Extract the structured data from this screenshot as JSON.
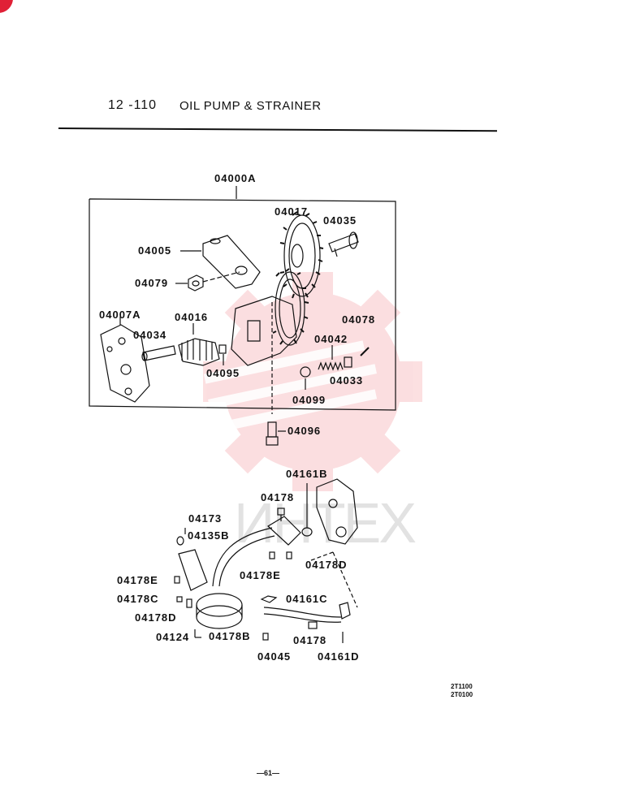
{
  "header": {
    "section_code": "12 -110",
    "section_title": "OIL PUMP & STRAINER"
  },
  "diagram": {
    "assembly_label": "04000A",
    "part_labels": {
      "p04017": "04017",
      "p04035": "04035",
      "p04005": "04005",
      "p04079": "04079",
      "p04007A": "04007A",
      "p04016": "04016",
      "p04034": "04034",
      "p04078": "04078",
      "p04042": "04042",
      "p04095": "04095",
      "p04033": "04033",
      "p04099": "04099",
      "p04096": "04096",
      "p04161B": "04161B",
      "p04178_top": "04178",
      "p04173": "04173",
      "p04135B": "04135B",
      "p04178D_right": "04178D",
      "p04178E_left": "04178E",
      "p04178E_mid": "04178E",
      "p04178C": "04178C",
      "p04161C": "04161C",
      "p04178D_left": "04178D",
      "p04124": "04124",
      "p04178B": "04178B",
      "p04178_bottom": "04178",
      "p04045": "04045",
      "p04161D": "04161D"
    }
  },
  "footer": {
    "ref_codes": [
      "2T1100",
      "2T0100"
    ],
    "page_number": "—61—"
  },
  "watermark": {
    "text": "ИНТЕХ",
    "color": "#e8202a"
  },
  "colors": {
    "logo_red": "#e02036"
  }
}
